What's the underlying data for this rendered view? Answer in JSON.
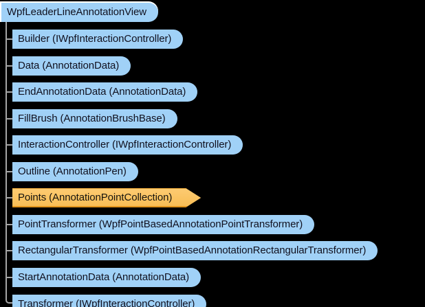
{
  "colors": {
    "background": "#000000",
    "node_fill": "#A0D1F7",
    "node_text": "#10101E",
    "selected_fill": "#FBC469",
    "selected_edge": "#E2941C",
    "connector": "#A6A6A6",
    "root_outline": "#FFFFFF"
  },
  "tree": {
    "root": {
      "label": "WpfLeaderLineAnnotationView"
    },
    "children": [
      {
        "label": "Builder (IWpfInteractionController)",
        "selected": false
      },
      {
        "label": "Data (AnnotationData)",
        "selected": false
      },
      {
        "label": "EndAnnotationData (AnnotationData)",
        "selected": false
      },
      {
        "label": "FillBrush (AnnotationBrushBase)",
        "selected": false
      },
      {
        "label": "InteractionController (IWpfInteractionController)",
        "selected": false
      },
      {
        "label": "Outline (AnnotationPen)",
        "selected": false
      },
      {
        "label": "Points (AnnotationPointCollection)",
        "selected": true
      },
      {
        "label": "PointTransformer (WpfPointBasedAnnotationPointTransformer)",
        "selected": false
      },
      {
        "label": "RectangularTransformer  (WpfPointBasedAnnotationRectangularTransformer)",
        "selected": false
      },
      {
        "label": "StartAnnotationData (AnnotationData)",
        "selected": false
      },
      {
        "label": "Transformer (IWpfInteractionController)",
        "selected": false
      }
    ]
  }
}
